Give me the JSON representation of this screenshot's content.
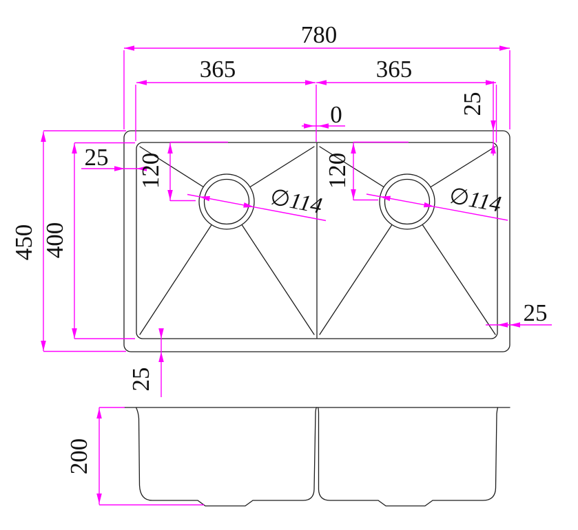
{
  "drawing": {
    "type": "technical-dimension-drawing",
    "views": {
      "top_view": "plan of double-bowl sink",
      "front_view": "front elevation of bowls"
    }
  },
  "dimensions": {
    "overall_width": "780",
    "left_bowl_width": "365",
    "right_bowl_width": "365",
    "center_gap": "0",
    "top_right_inset": "25",
    "top_left_inset": "25",
    "overall_depth": "450",
    "inner_depth": "400",
    "left_drain_offset": "120",
    "right_drain_offset": "120",
    "left_drain_diameter": "∅114",
    "right_drain_diameter": "∅114",
    "bottom_left_inset": "25",
    "bottom_right_inset": "25",
    "bowl_height": "200"
  },
  "colors": {
    "dimension_lines": "#ff00ff",
    "outline": "#1c1c1c",
    "background": "#ffffff"
  }
}
